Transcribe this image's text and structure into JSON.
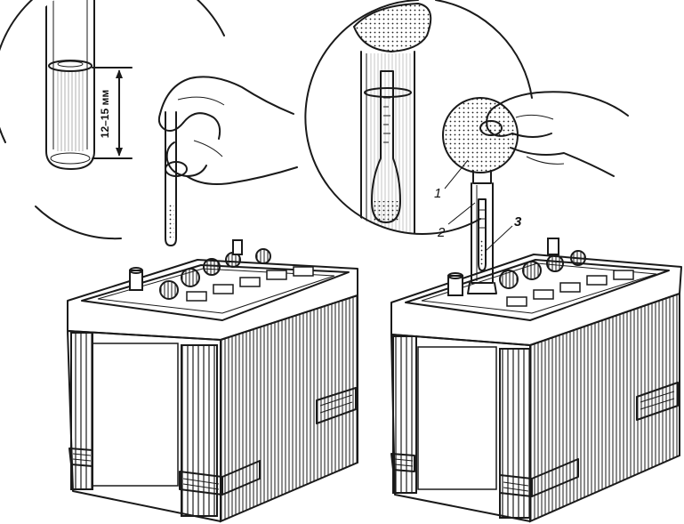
{
  "dimension_label": "12–15 мм",
  "callouts": [
    "1",
    "2",
    "3"
  ],
  "ink_color": "#1a1a1a",
  "paper_color": "#ffffff"
}
